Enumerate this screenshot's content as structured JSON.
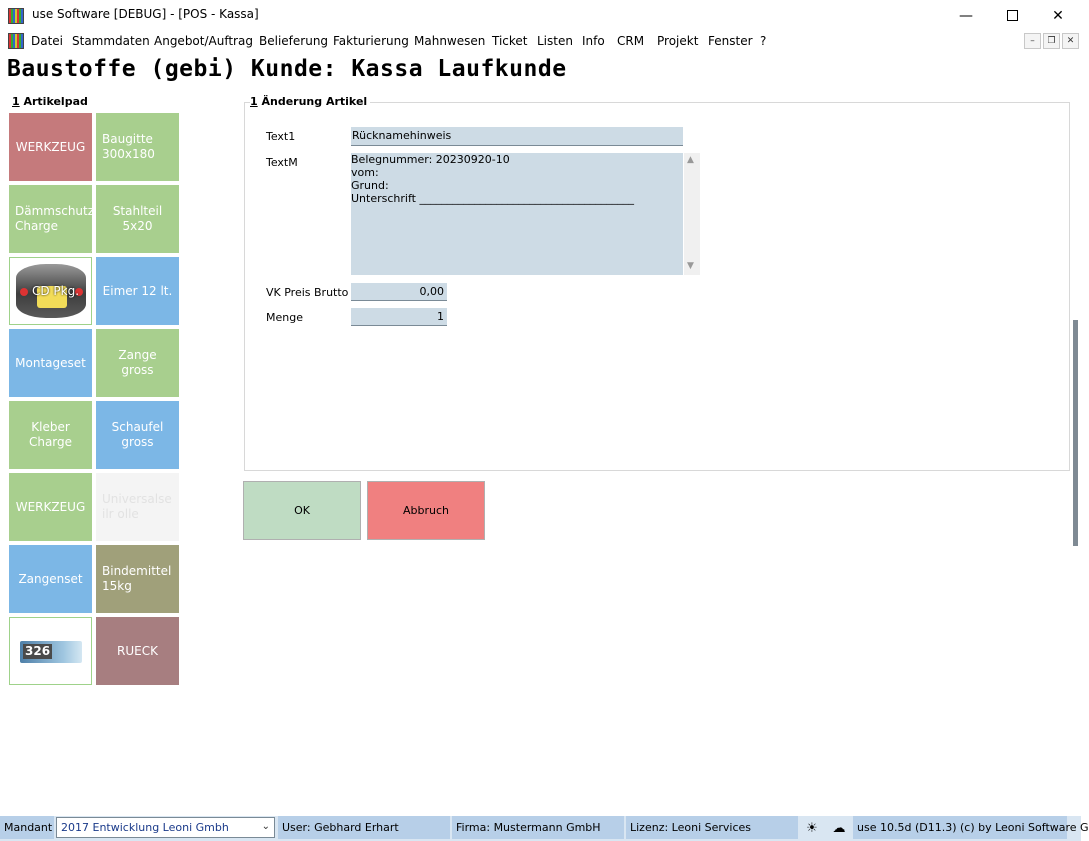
{
  "window": {
    "title": "use Software [DEBUG] - [POS - Kassa]",
    "minimize": "—",
    "close": "✕"
  },
  "menu": {
    "items": [
      "Datei",
      "Stammdaten",
      "Angebot/Auftrag",
      "Belieferung",
      "Fakturierung",
      "Mahnwesen",
      "Ticket",
      "Listen",
      "Info",
      "CRM",
      "Projekt",
      "Fenster",
      "?"
    ],
    "mdi": [
      "–",
      "❐",
      "✕"
    ]
  },
  "header": {
    "title": "Baustoffe (gebi) Kunde: Kassa Laufkunde"
  },
  "artikelpad": {
    "label_num": "1",
    "label_text": " Artikelpad",
    "tiles": [
      {
        "label": "WERKZEUG",
        "color": "#c57a7c"
      },
      {
        "label": "Baugitte 300x180",
        "color": "#a8cf8e"
      },
      {
        "label": "Dämmschutz Charge",
        "color": "#a8cf8e"
      },
      {
        "label": "Stahlteil 5x20",
        "color": "#a8cf8e"
      },
      {
        "label": "CD Pkg.",
        "color": "#ffffff"
      },
      {
        "label": "Eimer 12 lt.",
        "color": "#7cb7e6"
      },
      {
        "label": "Montageset",
        "color": "#7cb7e6"
      },
      {
        "label": "Zange gross",
        "color": "#a8cf8e"
      },
      {
        "label": "Kleber Charge",
        "color": "#a8cf8e"
      },
      {
        "label": "Schaufel gross",
        "color": "#7cb7e6"
      },
      {
        "label": "WERKZEUG",
        "color": "#a8cf8e"
      },
      {
        "label": "Universalseilr olle",
        "color": "#f4f4f4"
      },
      {
        "label": "Zangenset",
        "color": "#7cb7e6"
      },
      {
        "label": "Bindemittel 15kg",
        "color": "#a0a07a"
      },
      {
        "label": "326",
        "color": "#ffffff"
      },
      {
        "label": "RUECK",
        "color": "#a77e80"
      }
    ]
  },
  "aenderung": {
    "label_num": "1",
    "label_text": " Änderung Artikel",
    "text1_label": "Text1",
    "text1_value": "Rücknamehinweis",
    "textm_label": "TextM",
    "textm_lines": [
      "Belegnummer: 20230920-10",
      "vom:",
      "Grund:",
      "",
      "Unterschrift _______________________________________"
    ],
    "vk_label": "VK Preis Brutto",
    "vk_value": "0,00",
    "menge_label": "Menge",
    "menge_value": "1"
  },
  "buttons": {
    "ok": "OK",
    "cancel": "Abbruch"
  },
  "status": {
    "mandant_label": "Mandant",
    "mandant_value": "2017  Entwicklung Leoni Gmbh",
    "user": "User: Gebhard Erhart",
    "firma": "Firma: Mustermann GmbH",
    "lizenz": "Lizenz: Leoni Services",
    "version": "use 10.5d (D11.3) (c) by Leoni Software G"
  }
}
